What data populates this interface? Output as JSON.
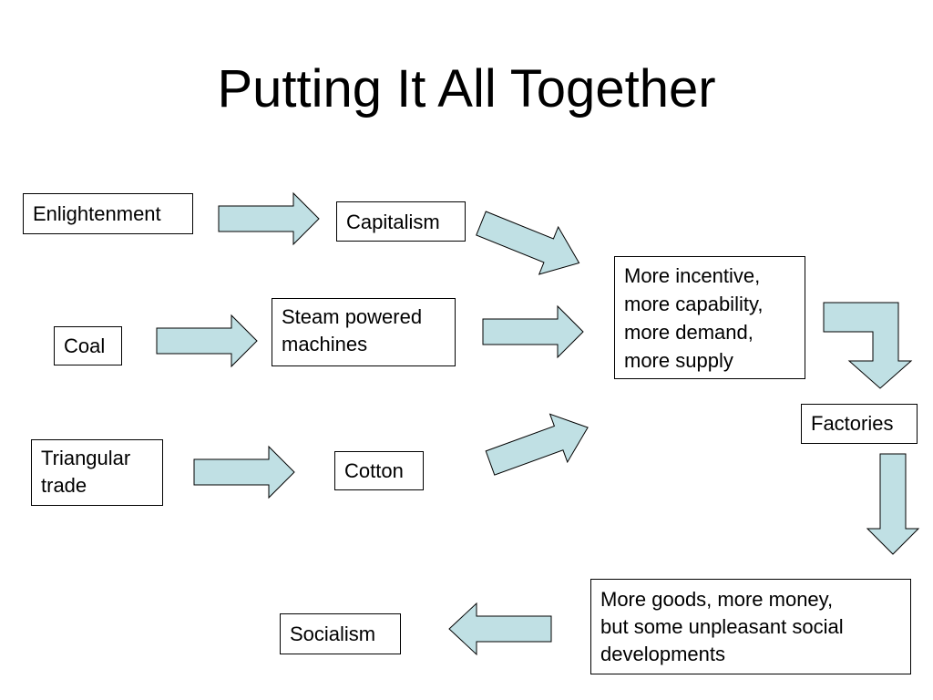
{
  "title": "Putting It All Together",
  "arrow_color": "#c0e0e4",
  "nodes": {
    "enlightenment": "Enlightenment",
    "capitalism": "Capitalism",
    "coal": "Coal",
    "steam": "Steam powered\n machines",
    "triangular": "Triangular\ntrade",
    "cotton": "Cotton",
    "incentive": "More incentive,\nmore capability,\nmore demand,\nmore supply",
    "factories": "Factories",
    "goods": "More goods, more money,\nbut some unpleasant social\ndevelopments",
    "socialism": "Socialism"
  }
}
